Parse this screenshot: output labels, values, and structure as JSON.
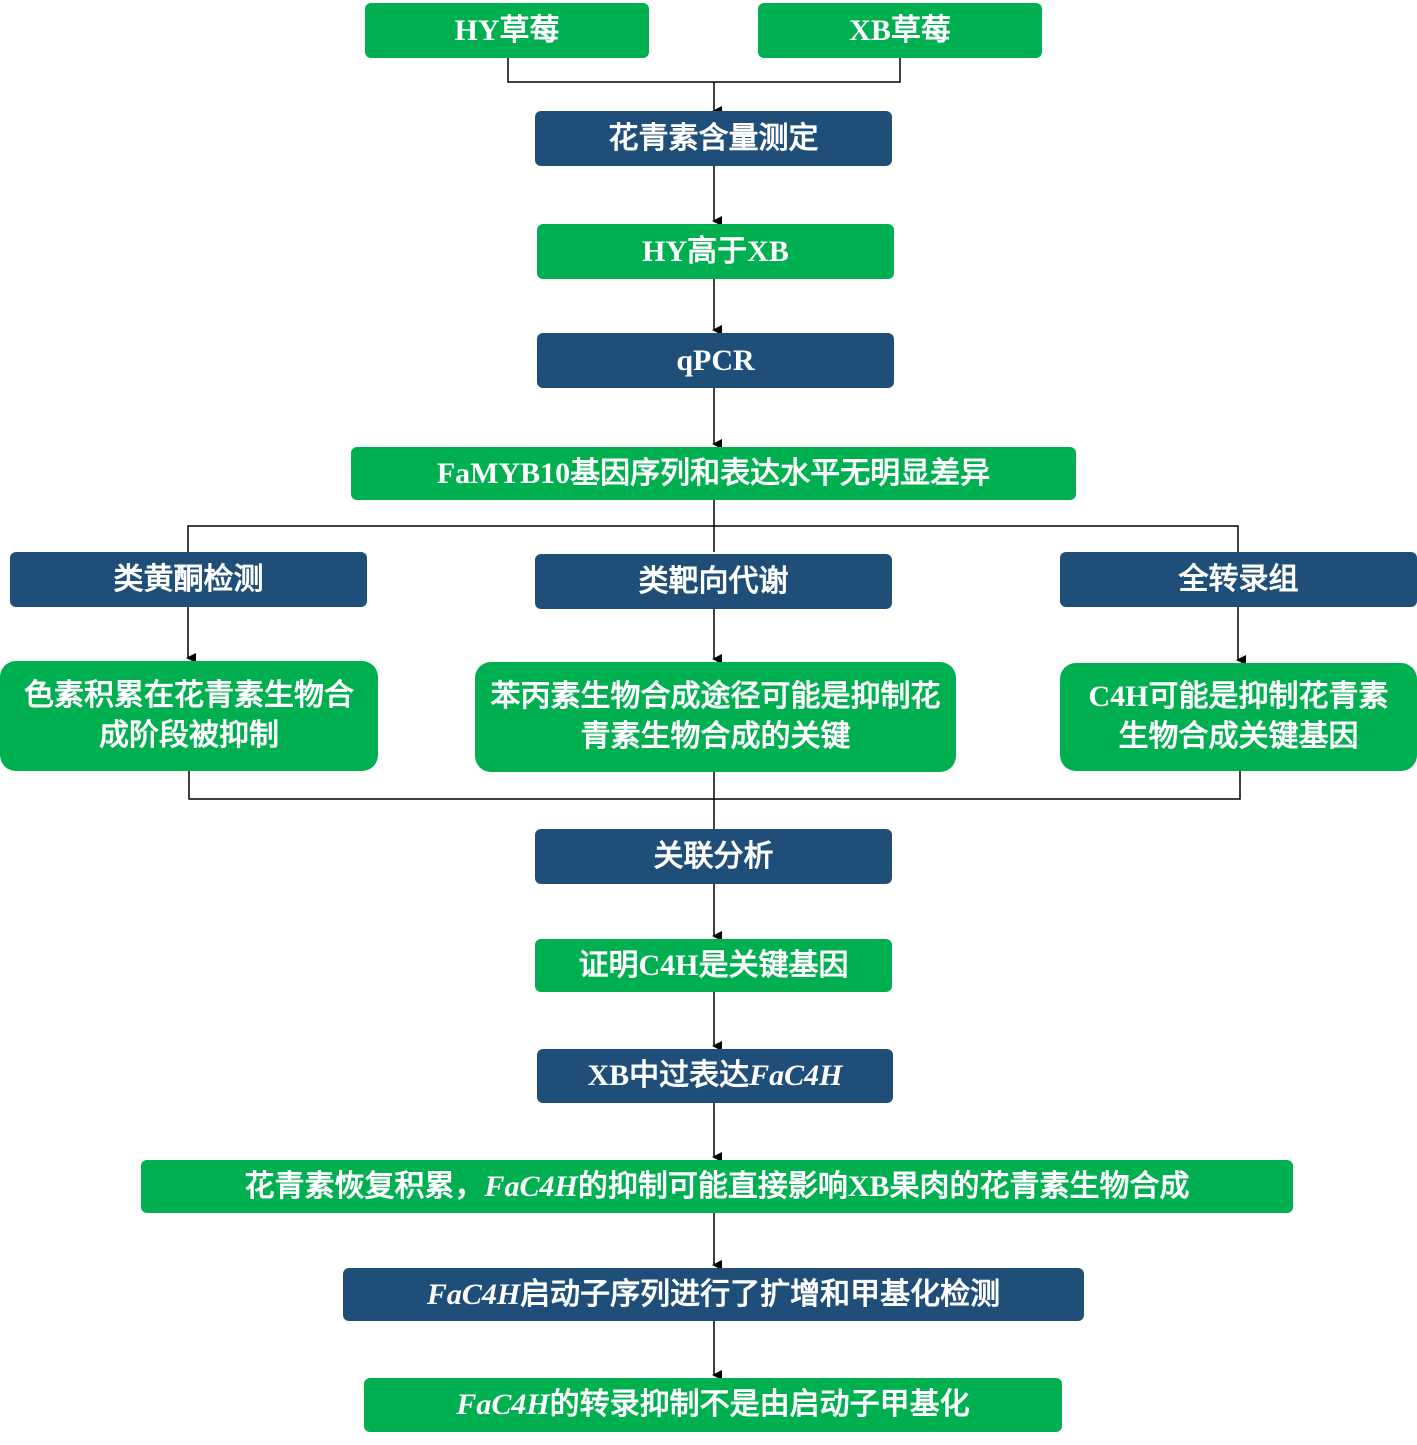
{
  "colors": {
    "green": "#00b050",
    "navy": "#1f4e79",
    "line": "#000000"
  },
  "nodes": {
    "hy_strawberry": {
      "a": "HY",
      "b": "草莓"
    },
    "xb_strawberry": {
      "a": "XB",
      "b": "草莓"
    },
    "anthocyanin_content": "花青素含量测定",
    "hy_higher": {
      "a": "HY",
      "b": "高于",
      "c": "XB"
    },
    "qpcr": "qPCR",
    "famyb10": {
      "a": "FaMYB10",
      "b": "基因序列和表达水平无明显差异"
    },
    "flavonoid_detection": "类黄酮检测",
    "targeted_metabolism": "类靶向代谢",
    "transcriptome": "全转录组",
    "pigment_inhibited": "色素积累在花青素生物合成阶段被抑制",
    "phenylpropanoid": "苯丙素生物合成途径可能是抑制花青素生物合成的关键",
    "c4h_possible": {
      "a": "C4H",
      "b": "可能是抑制花青素生物合成关键基因"
    },
    "correlation": "关联分析",
    "prove_c4h": {
      "a": "证明",
      "b": "C4H",
      "c": "是关键基因"
    },
    "overexpress": {
      "a": "XB",
      "b": "中过表达",
      "c": "FaC4H"
    },
    "recovery": {
      "a": "花青素恢复积累，",
      "b": "FaC4H",
      "c": "的抑制可能直接影响",
      "d": "XB",
      "e": "果肉的花青素生物合成"
    },
    "promoter": {
      "a": "FaC4H",
      "b": "启动子序列进行了扩增和甲基化检测"
    },
    "conclusion": {
      "a": "FaC4H",
      "b": "的转录抑制不是由启动子甲基化"
    }
  }
}
